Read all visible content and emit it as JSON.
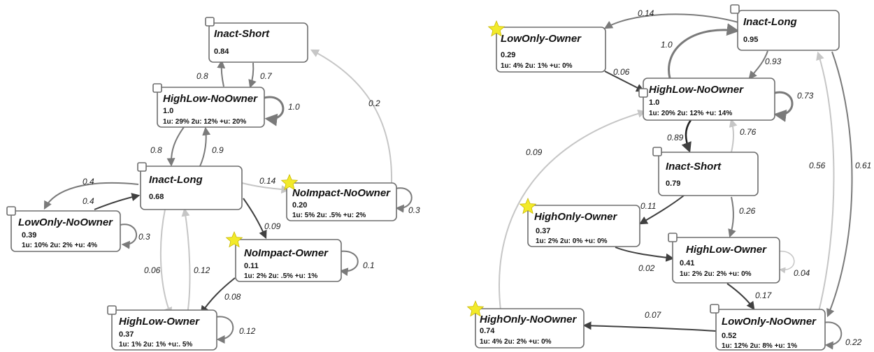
{
  "colors": {
    "orange": "#e8892a",
    "cyan": "#36b7cf",
    "red": "#d93a36",
    "blue": "#3a73cc",
    "star": "#f2ea2a",
    "edge_dark": "#404040",
    "edge_mid": "#7a7a7a",
    "edge_light": "#c6c6c6"
  },
  "left_diagram": {
    "nodes": {
      "inact_short": {
        "name": "Inact-Short",
        "value": "0.84",
        "stats": "",
        "marker": "orange-square-icon"
      },
      "highlow_noowner": {
        "name": "HighLow-NoOwner",
        "value": "1.0",
        "stats": "1u: 29% 2u: 12% +u: 20%",
        "marker": "cyan-square-icon"
      },
      "inact_long": {
        "name": "Inact-Long",
        "value": "0.68",
        "stats": "",
        "marker": "orange-square-icon"
      },
      "lowonly_noowner": {
        "name": "LowOnly-NoOwner",
        "value": "0.39",
        "stats": "1u: 10% 2u: 2% +u: 4%",
        "marker": "red-square-icon"
      },
      "noimpact_noowner": {
        "name": "NoImpact-NoOwner",
        "value": "0.20",
        "stats": "1u: 5% 2u: .5% +u: 2%",
        "marker": "star-icon"
      },
      "noimpact_owner": {
        "name": "NoImpact-Owner",
        "value": "0.11",
        "stats": "1u: 2% 2u: .5% +u: 1%",
        "marker": "star-icon"
      },
      "highlow_owner": {
        "name": "HighLow-Owner",
        "value": "0.37",
        "stats": "1u: 1% 2u: 1% +u:. 5%",
        "marker": "blue-square-icon"
      }
    },
    "edge_labels": {
      "e_0_8": "0.8",
      "e_0_7": "0.7",
      "e_1_0": "1.0",
      "e_0_2": "0.2",
      "e_0_8b": "0.8",
      "e_0_9": "0.9",
      "e_0_4a": "0.4",
      "e_0_4b": "0.4",
      "e_0_14": "0.14",
      "e_0_3a": "0.3",
      "e_0_3b": "0.3",
      "e_0_09": "0.09",
      "e_0_1": "0.1",
      "e_0_06": "0.06",
      "e_0_12a": "0.12",
      "e_0_08": "0.08",
      "e_0_12b": "0.12"
    }
  },
  "right_diagram": {
    "nodes": {
      "inact_long": {
        "name": "Inact-Long",
        "value": "0.95",
        "stats": "",
        "marker": "orange-square-icon"
      },
      "lowonly_owner": {
        "name": "LowOnly-Owner",
        "value": "0.29",
        "stats": "1u: 4% 2u: 1% +u: 0%",
        "marker": "star-icon"
      },
      "highlow_noowner": {
        "name": "HighLow-NoOwner",
        "value": "1.0",
        "stats": "1u: 20% 2u: 12% +u: 14%",
        "marker": "cyan-square-icon"
      },
      "inact_short": {
        "name": "Inact-Short",
        "value": "0.79",
        "stats": "",
        "marker": "orange-square-icon"
      },
      "highonly_owner": {
        "name": "HighOnly-Owner",
        "value": "0.37",
        "stats": "1u: 2% 2u: 0% +u: 0%",
        "marker": "star-icon"
      },
      "highlow_owner": {
        "name": "HighLow-Owner",
        "value": "0.41",
        "stats": "1u: 2% 2u: 2% +u: 0%",
        "marker": "blue-square-icon"
      },
      "highonly_noowner": {
        "name": "HighOnly-NoOwner",
        "value": "0.74",
        "stats": "1u: 4% 2u: 2% +u: 0%",
        "marker": "star-icon"
      },
      "lowonly_noowner": {
        "name": "LowOnly-NoOwner",
        "value": "0.52",
        "stats": "1u: 12% 2u: 8% +u: 1%",
        "marker": "red-square-icon"
      }
    },
    "edge_labels": {
      "e_0_14": "0.14",
      "e_1_0": "1.0",
      "e_0_93": "0.93",
      "e_0_06": "0.06",
      "e_0_73": "0.73",
      "e_0_89": "0.89",
      "e_0_76": "0.76",
      "e_0_09": "0.09",
      "e_0_56": "0.56",
      "e_0_61": "0.61",
      "e_0_11": "0.11",
      "e_0_26": "0.26",
      "e_0_02": "0.02",
      "e_0_04": "0.04",
      "e_0_17": "0.17",
      "e_0_07": "0.07",
      "e_0_22": "0.22"
    }
  }
}
